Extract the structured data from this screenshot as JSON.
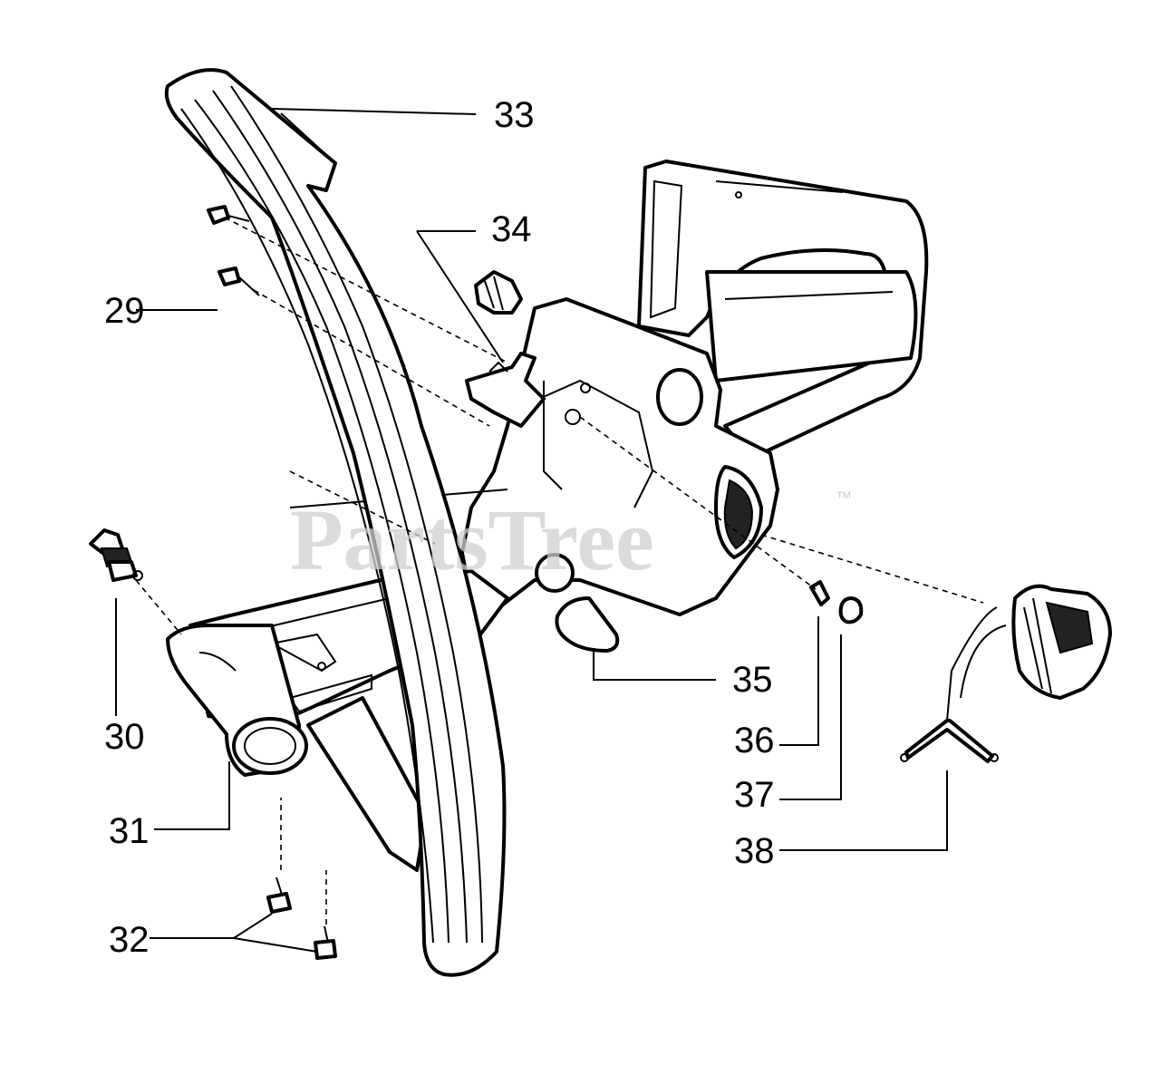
{
  "watermark": {
    "text": "PartsTree",
    "trademark": "™"
  },
  "callouts": [
    {
      "id": "33",
      "label": "33"
    },
    {
      "id": "34",
      "label": "34"
    },
    {
      "id": "29",
      "label": "29"
    },
    {
      "id": "30",
      "label": "30"
    },
    {
      "id": "31",
      "label": "31"
    },
    {
      "id": "32",
      "label": "32"
    },
    {
      "id": "35",
      "label": "35"
    },
    {
      "id": "36",
      "label": "36"
    },
    {
      "id": "37",
      "label": "37"
    },
    {
      "id": "38",
      "label": "38"
    }
  ],
  "colors": {
    "line": "#000000",
    "background": "#ffffff",
    "watermark": "#cfcfcf"
  }
}
